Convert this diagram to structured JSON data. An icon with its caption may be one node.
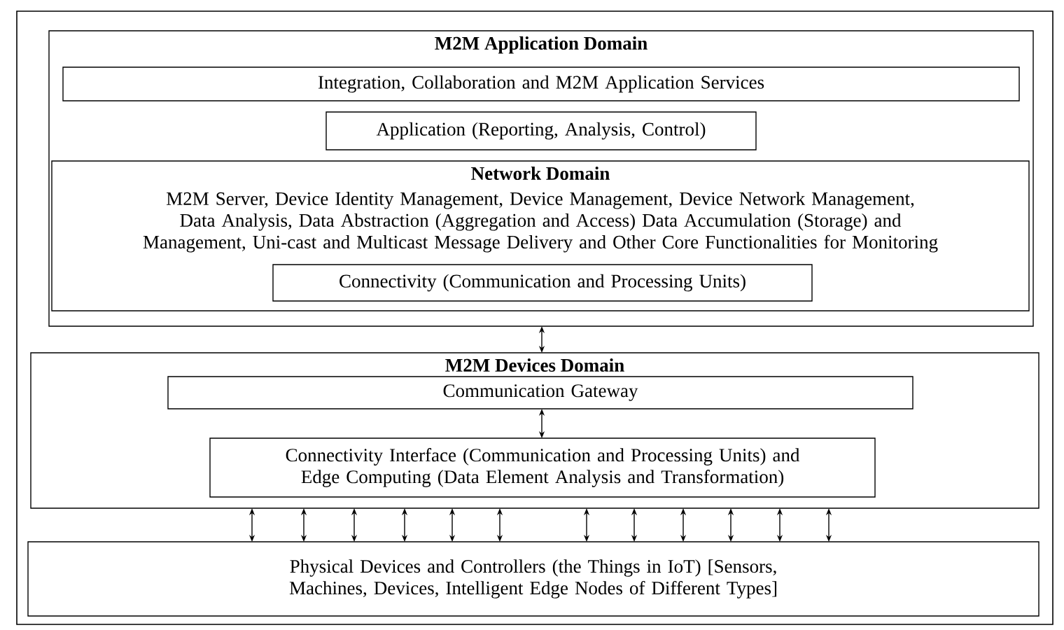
{
  "diagram": {
    "nodes": [
      {
        "text": [
          "M2M Application Domain"
        ]
      },
      {
        "text": [
          "Integration, Collaboration and M2M Application Services"
        ],
        "in": 0
      },
      {
        "text": [
          "Application (Reporting, Analysis, Control)"
        ],
        "in": 0
      },
      {
        "text": [
          "Network Domain",
          "M2M Server, Device Identity Management, Device Management, Device Network Management, Data Analysis, Data Abstraction (Aggregation and Access) Data Accumulation (Storage) and Management, Uni-cast and Multicast Message Delivery and Other Core Functionalities for Monitoring"
        ],
        "in": 0
      },
      {
        "text": [
          "Connectivity (Communication and Processing Units)"
        ],
        "in": 3
      },
      {
        "text": [
          "M2M Devices Domain"
        ]
      },
      {
        "text": [
          "Communication Gateway"
        ],
        "in": 5
      },
      {
        "text": [
          "Connectivity Interface (Communication and Processing Units) and Edge Computing (Data Element Analysis and Transformation)"
        ],
        "in": 5
      },
      {
        "text": [
          "Physical Devices and Controllers (the Things in IoT) [Sensors, Machines, Devices, Intelligent Edge Nodes of Different Types]"
        ]
      }
    ],
    "edges": [
      {
        "from": 0,
        "to": 5,
        "arrow": "both"
      },
      {
        "from": 6,
        "to": 7,
        "arrow": "both"
      },
      {
        "from": 5,
        "to": 8,
        "arrow": "both"
      },
      {
        "from": 5,
        "to": 8,
        "arrow": "both"
      },
      {
        "from": 5,
        "to": 8,
        "arrow": "both"
      },
      {
        "from": 5,
        "to": 8,
        "arrow": "both"
      },
      {
        "from": 5,
        "to": 8,
        "arrow": "both"
      },
      {
        "from": 5,
        "to": 8,
        "arrow": "both"
      },
      {
        "from": 5,
        "to": 8,
        "arrow": "both"
      },
      {
        "from": 5,
        "to": 8,
        "arrow": "both"
      },
      {
        "from": 5,
        "to": 8,
        "arrow": "both"
      },
      {
        "from": 5,
        "to": 8,
        "arrow": "both"
      },
      {
        "from": 5,
        "to": 8,
        "arrow": "both"
      },
      {
        "from": 5,
        "to": 8,
        "arrow": "both"
      }
    ]
  }
}
